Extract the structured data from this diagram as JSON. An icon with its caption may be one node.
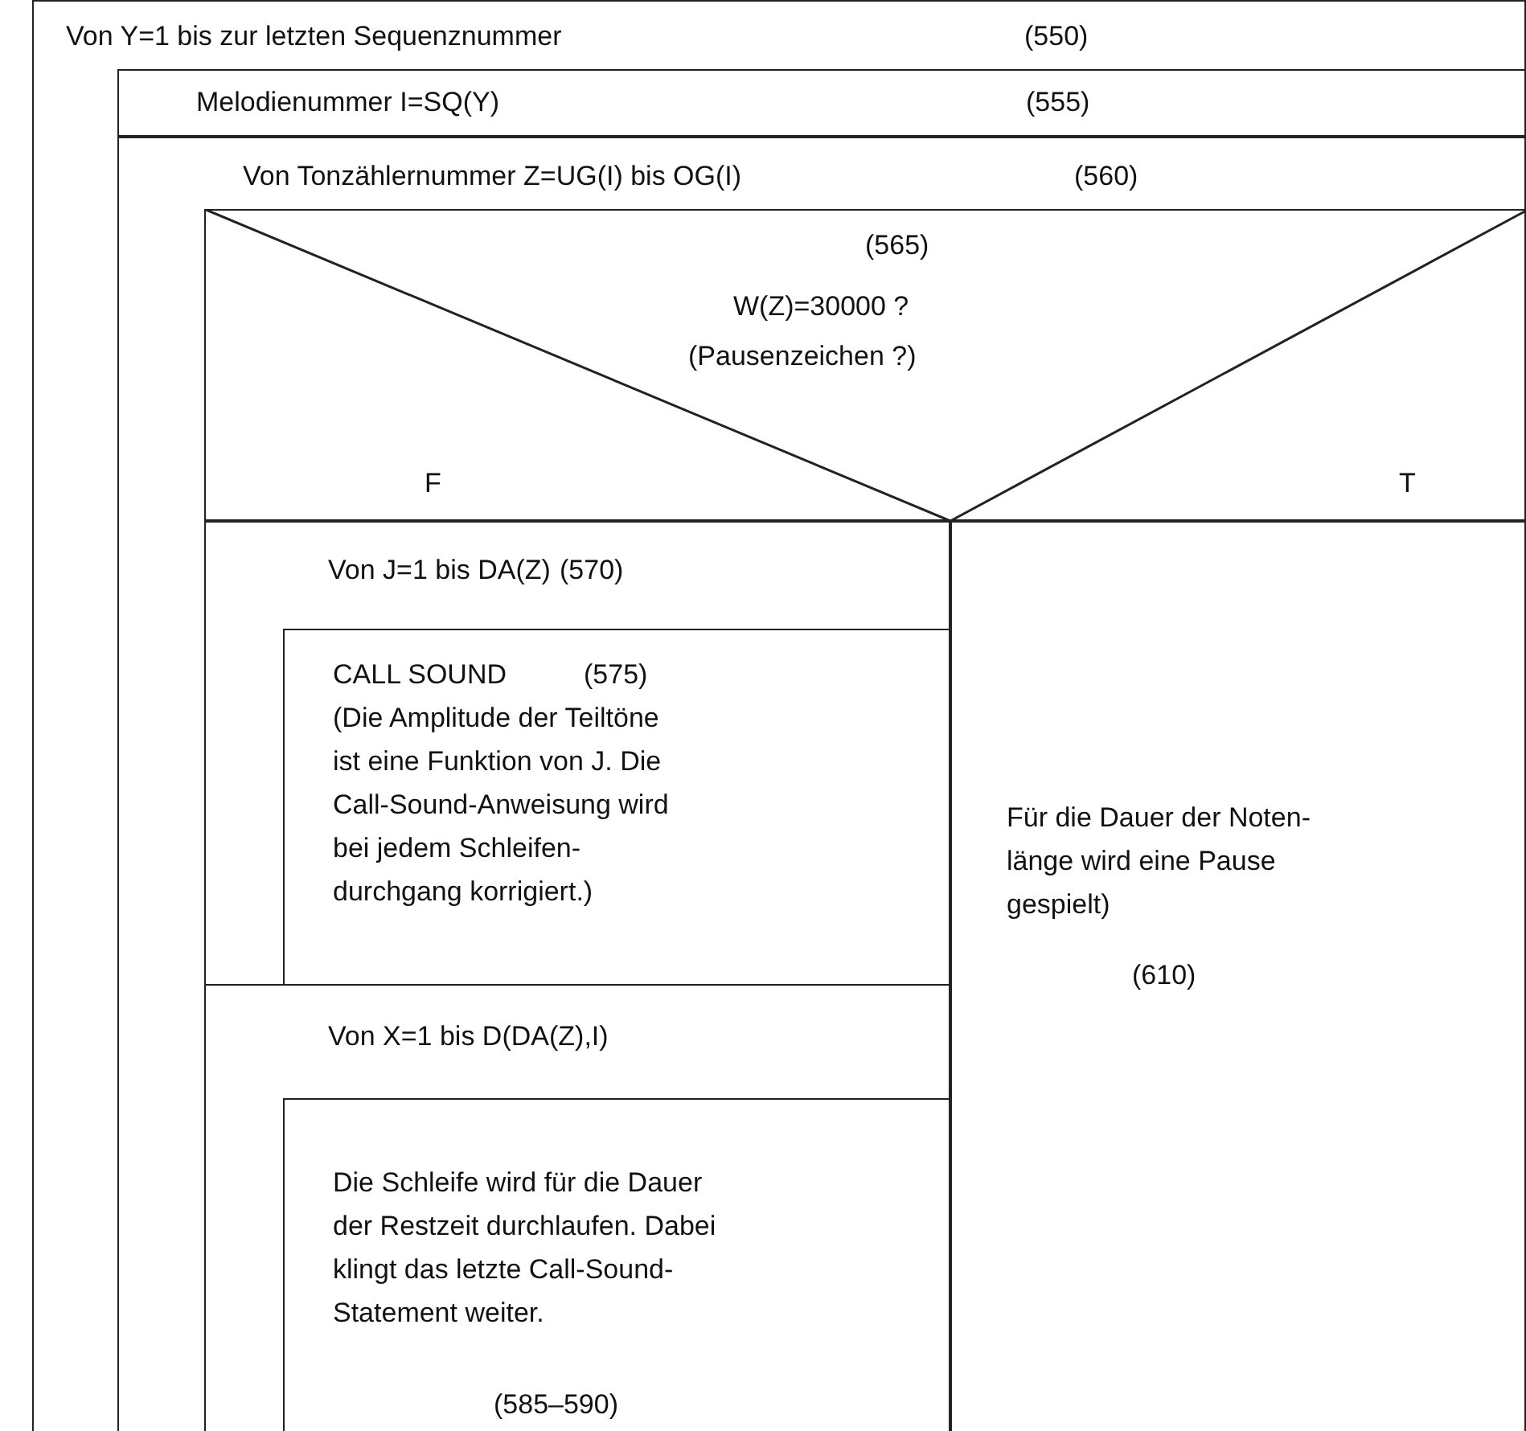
{
  "diagram": {
    "nodes": [
      {
        "text": [
          "Von Y=1 bis zur letzten Sequenznummer",
          "(550)"
        ]
      },
      {
        "text": [
          "Melodienummer I=SQ(Y)",
          "(555)"
        ],
        "in": 0
      },
      {
        "text": [
          "Von Tonzählernummer Z=UG(I) bis OG(I)",
          "(560)"
        ],
        "in": 0
      },
      {
        "text": [
          "(565)",
          "W(Z)=30000 ?",
          "(Pausenzeichen ?)",
          "F",
          "T"
        ],
        "in": 2
      },
      {
        "text": [
          "Von J=1 bis DA(Z)",
          "(570)"
        ],
        "in": 2
      },
      {
        "text": [
          "CALL SOUND",
          "(575)",
          "(Die Amplitude der Teiltöne ist eine Funktion von J. Die Call-Sound-Anweisung wird bei jedem Schleifen-durchgang korrigiert.)"
        ],
        "in": 4
      },
      {
        "text": [
          "Von X=1 bis D(DA(Z),I)"
        ],
        "in": 2
      },
      {
        "text": [
          "Die Schleife wird für die Dauer der Restzeit durchlaufen. Dabei klingt das letzte Call-Sound-Statement weiter.",
          "(585–590)"
        ],
        "in": 6
      },
      {
        "text": [
          "Für die Dauer der Noten-länge wird eine Pause gespielt)",
          "(610)"
        ],
        "in": 2
      }
    ]
  }
}
